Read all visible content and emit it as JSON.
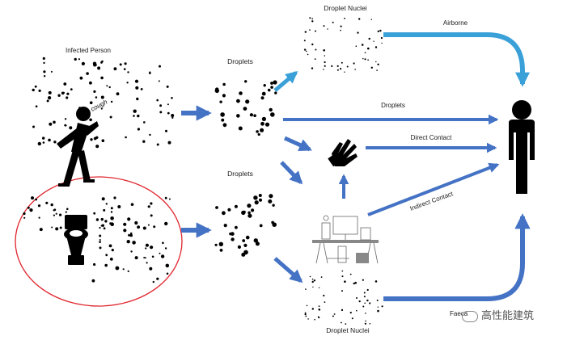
{
  "labels": {
    "infected_person": "Infected Person",
    "cough": "cough",
    "droplets_top": "Droplets",
    "droplets_bottom": "Droplets",
    "droplet_nuclei_top": "Droplet Nuclei",
    "droplet_nuclei_bottom": "Droplet Nuclei",
    "airborne": "Airborne",
    "droplets_route": "Droplets",
    "direct_contact": "Direct Contact",
    "indirect_contact": "Indirect Contact",
    "faecal_partial": "Faeca"
  },
  "watermark": {
    "text": "高性能建筑",
    "icon": "wechat-icon"
  },
  "colors": {
    "arrow_blue": "#4472c4",
    "arrow_light_blue": "#3aa0d8",
    "highlight_circle": "#e0262e",
    "figure": "#000000"
  },
  "icons": [
    "person-coughing-icon",
    "toilet-icon",
    "hand-icon",
    "office-desk-icon",
    "person-icon"
  ]
}
